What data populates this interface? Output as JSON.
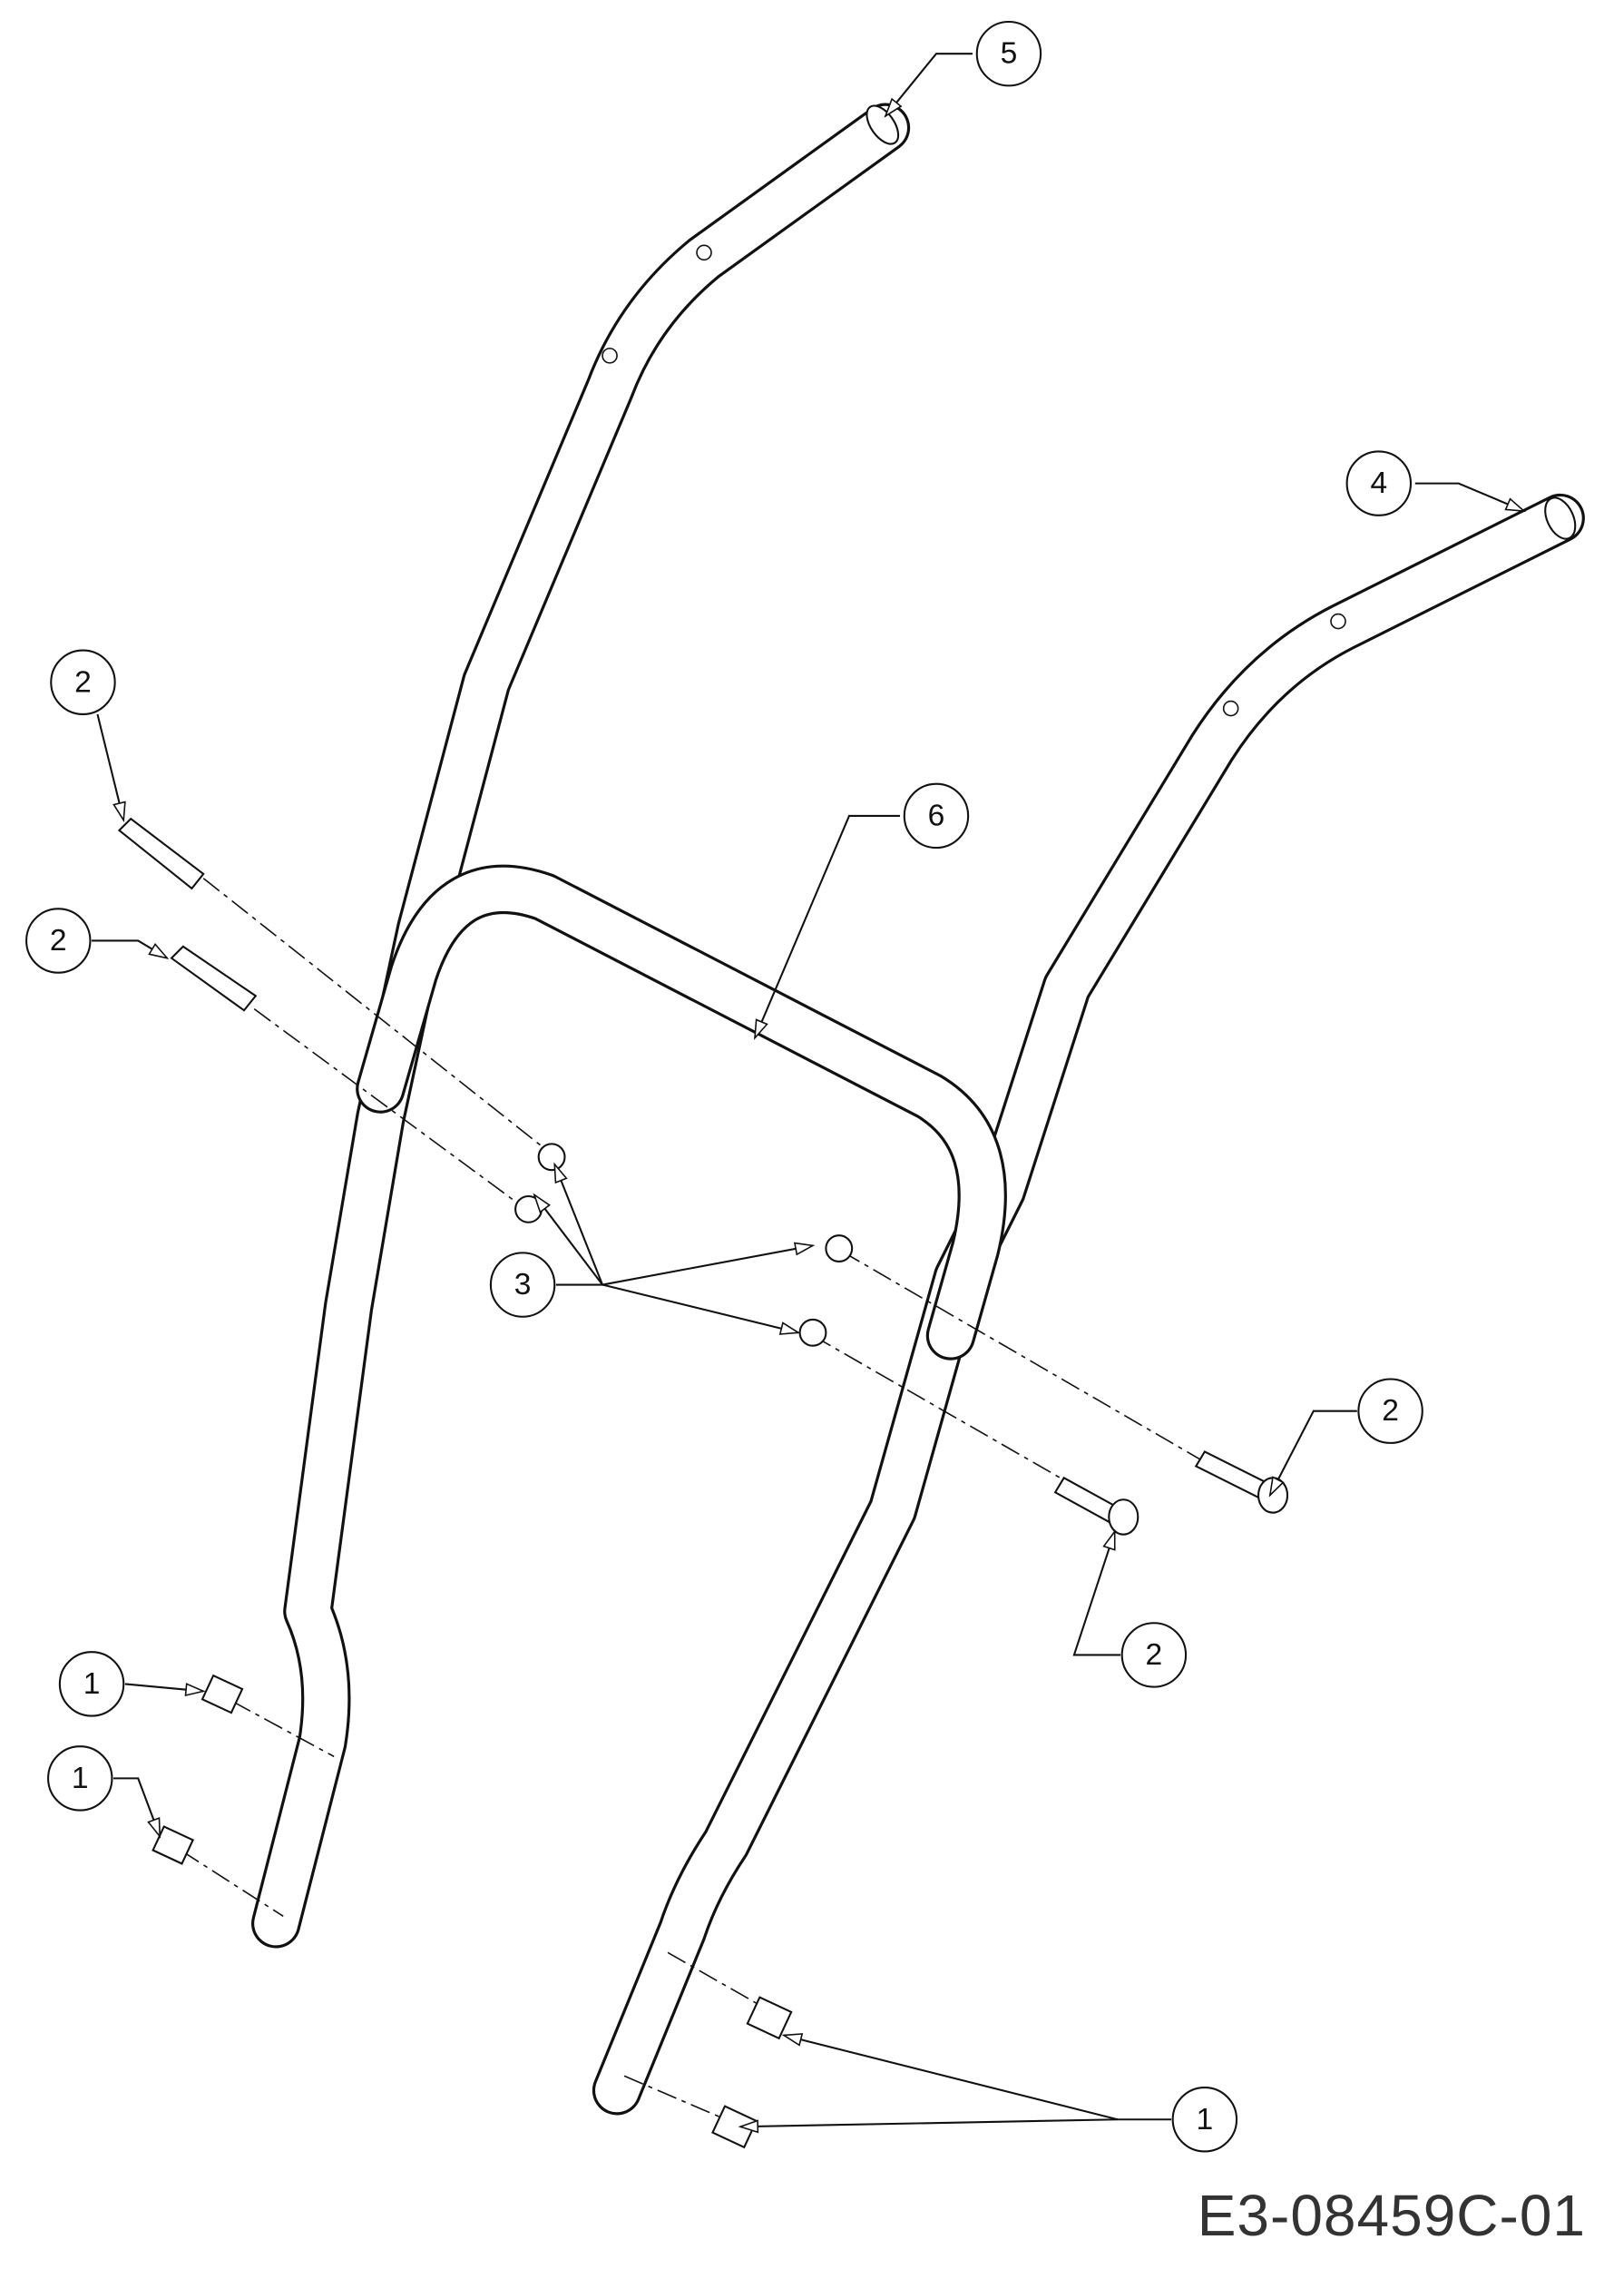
{
  "diagram": {
    "drawing_number": "E3-08459C-01",
    "callouts": [
      "5",
      "4",
      "2",
      "2",
      "6",
      "3",
      "2",
      "2",
      "1",
      "1",
      "1"
    ]
  }
}
